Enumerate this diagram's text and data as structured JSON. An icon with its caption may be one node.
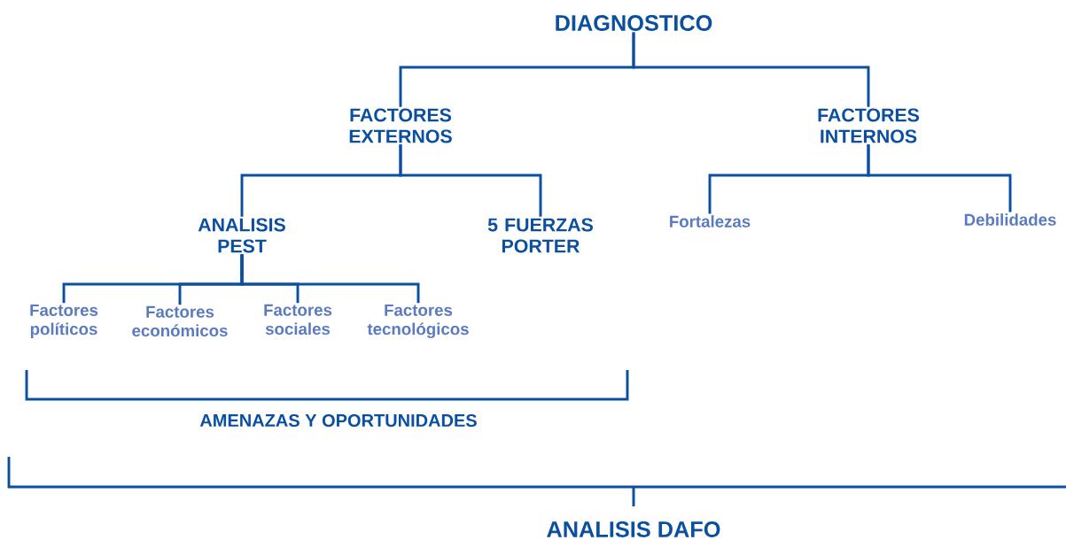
{
  "diagram": {
    "nodes": [
      {
        "text": [
          "DIAGNOSTICO"
        ]
      },
      {
        "text": [
          "FACTORES EXTERNOS"
        ]
      },
      {
        "text": [
          "FACTORES INTERNOS"
        ]
      },
      {
        "text": [
          "ANALISIS PEST"
        ]
      },
      {
        "text": [
          "5 FUERZAS PORTER"
        ]
      },
      {
        "text": [
          "Fortalezas"
        ]
      },
      {
        "text": [
          "Debilidades"
        ]
      },
      {
        "text": [
          "Factores políticos"
        ]
      },
      {
        "text": [
          "Factores económicos"
        ]
      },
      {
        "text": [
          "Factores sociales"
        ]
      },
      {
        "text": [
          "Factores tecnológicos"
        ]
      },
      {
        "text": [
          "AMENAZAS Y OPORTUNIDADES"
        ]
      },
      {
        "text": [
          "ANALISIS DAFO"
        ]
      }
    ],
    "edges": [
      {
        "from": 0,
        "to": 1,
        "arrow": "none"
      },
      {
        "from": 0,
        "to": 2,
        "arrow": "none"
      },
      {
        "from": 1,
        "to": 3,
        "arrow": "none"
      },
      {
        "from": 1,
        "to": 4,
        "arrow": "none"
      },
      {
        "from": 2,
        "to": 5,
        "arrow": "none"
      },
      {
        "from": 2,
        "to": 6,
        "arrow": "none"
      },
      {
        "from": 3,
        "to": 7,
        "arrow": "none"
      },
      {
        "from": 3,
        "to": 8,
        "arrow": "none"
      },
      {
        "from": 3,
        "to": 9,
        "arrow": "none"
      },
      {
        "from": 3,
        "to": 10,
        "arrow": "none"
      }
    ]
  }
}
